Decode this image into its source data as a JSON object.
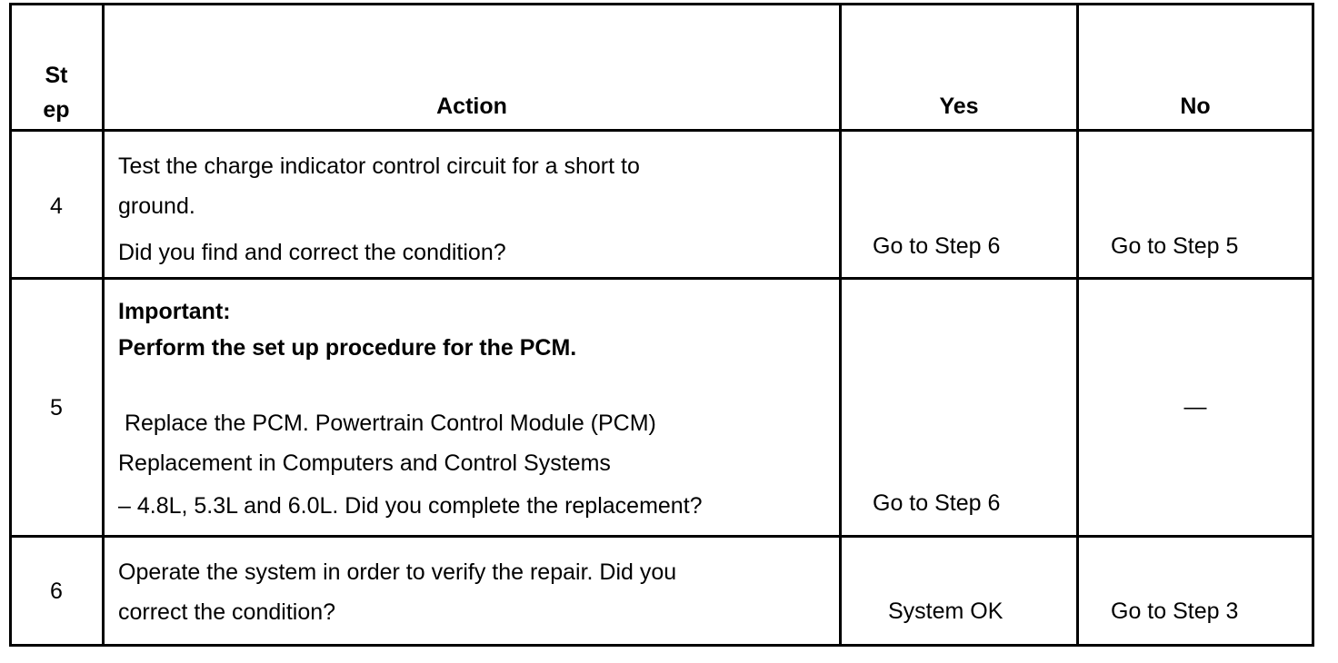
{
  "header": {
    "step_line1": "St",
    "step_line2": "ep",
    "action": "Action",
    "yes": "Yes",
    "no": "No"
  },
  "rows": [
    {
      "step": "4",
      "action_lines": [
        "Test the charge indicator control circuit for a short to",
        "ground.",
        "Did you find and correct the condition?"
      ],
      "yes": "Go to Step 6",
      "no": "Go to Step 5"
    },
    {
      "step": "5",
      "important_label": "Important:",
      "important_text": "Perform the set up procedure for the PCM.",
      "action_lines": [
        " Replace the PCM. Powertrain Control Module (PCM)",
        "Replacement in Computers and Control Systems",
        "– 4.8L, 5.3L and 6.0L. Did you complete the replacement?"
      ],
      "yes": "Go to Step 6",
      "no": "—"
    },
    {
      "step": "6",
      "action_lines": [
        "Operate the system in order to verify the repair. Did you",
        "correct the condition?"
      ],
      "yes": "System OK",
      "no": "Go to Step 3"
    }
  ]
}
